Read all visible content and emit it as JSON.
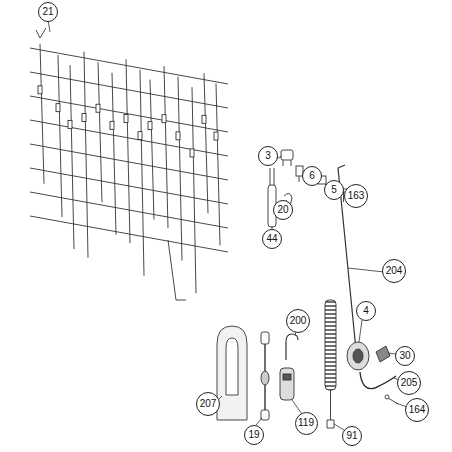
{
  "diagram": {
    "nodes": [
      {
        "text": [
          "21"
        ]
      },
      {
        "text": [
          "3"
        ]
      },
      {
        "text": [
          "6"
        ]
      },
      {
        "text": [
          "5"
        ]
      },
      {
        "text": [
          "163"
        ]
      },
      {
        "text": [
          "20"
        ]
      },
      {
        "text": [
          "44"
        ]
      },
      {
        "text": [
          "204"
        ]
      },
      {
        "text": [
          "4"
        ]
      },
      {
        "text": [
          "200"
        ]
      },
      {
        "text": [
          "30"
        ]
      },
      {
        "text": [
          "205"
        ]
      },
      {
        "text": [
          "207"
        ]
      },
      {
        "text": [
          "119"
        ]
      },
      {
        "text": [
          "164"
        ]
      },
      {
        "text": [
          "19"
        ]
      },
      {
        "text": [
          "91"
        ]
      }
    ]
  }
}
